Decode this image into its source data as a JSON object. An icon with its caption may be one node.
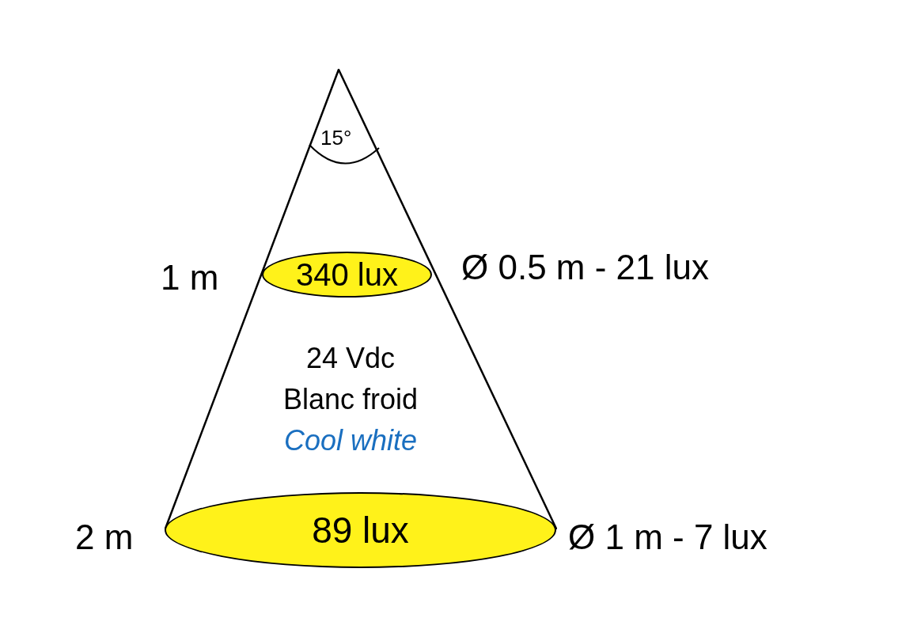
{
  "diagram": {
    "nodes": [
      {
        "text": [
          "24 Vdc",
          "Blanc froid",
          "Cool white"
        ]
      },
      {
        "text": [
          "340 lux"
        ],
        "in": 0
      },
      {
        "text": [
          "89 lux"
        ]
      }
    ],
    "labels": [
      "15°",
      "1 m",
      "Ø 0.5 m - 21 lux",
      "2 m",
      "Ø 1 m - 7 lux"
    ]
  }
}
